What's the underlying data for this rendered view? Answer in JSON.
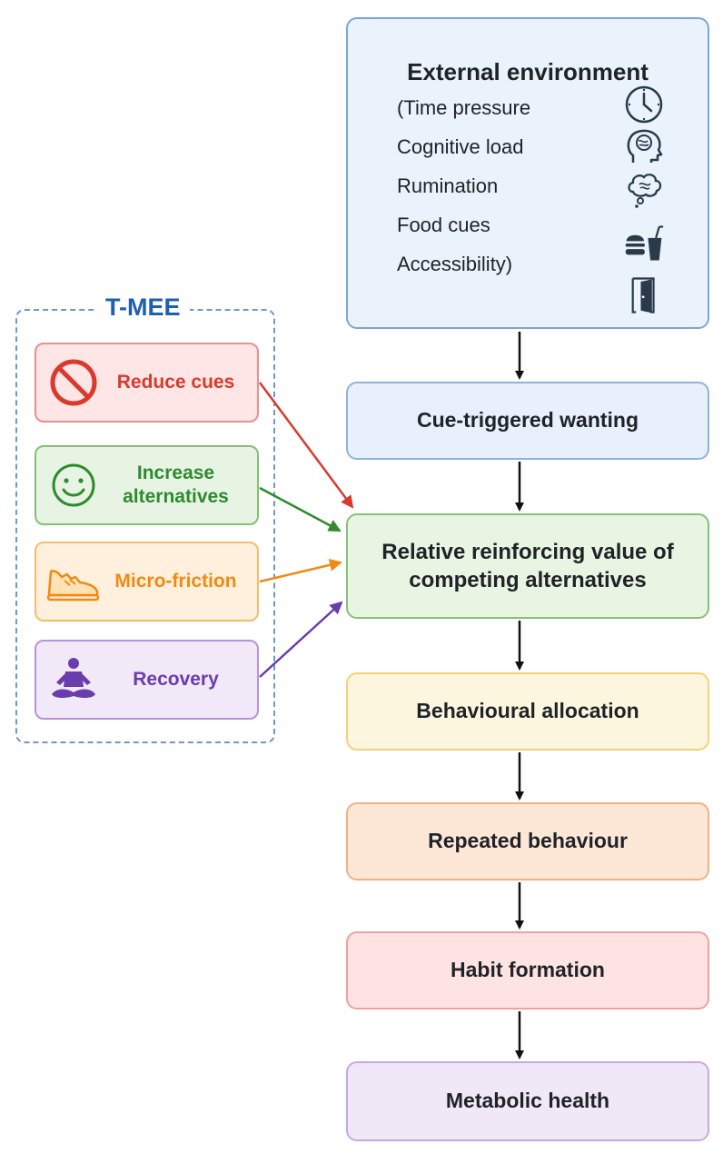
{
  "environment": {
    "title": "External environment",
    "factors": [
      "(Time pressure",
      "Cognitive load",
      "Rumination",
      "Food cues",
      "Accessibility)"
    ],
    "icons": [
      "clock-icon",
      "brain-head-icon",
      "thought-bubble-icon",
      "fast-food-icon",
      "door-icon"
    ]
  },
  "flow": {
    "cue_wanting": "Cue-triggered wanting",
    "relative_value": "Relative reinforcing value of competing alternatives",
    "allocation": "Behavioural allocation",
    "repeated": "Repeated behaviour",
    "habit": "Habit formation",
    "metabolic": "Metabolic health"
  },
  "tmee": {
    "title": "T-MEE",
    "levers": [
      {
        "label": "Reduce cues",
        "icon": "prohibited-icon",
        "color": "#d83a2e"
      },
      {
        "label": "Increase alternatives",
        "icon": "smiley-icon",
        "color": "#2e8b2e"
      },
      {
        "label": "Micro-friction",
        "icon": "sneaker-icon",
        "color": "#ef8a12"
      },
      {
        "label": "Recovery",
        "icon": "meditation-icon",
        "color": "#6b3cab"
      }
    ]
  },
  "colors": {
    "arrow_dark": "#111111",
    "reduce_cues": "#d83a2e",
    "increase_alternatives": "#2e8b2e",
    "micro_friction": "#ef8a12",
    "recovery": "#6b3cab",
    "tmee_title": "#1f5fb0"
  }
}
